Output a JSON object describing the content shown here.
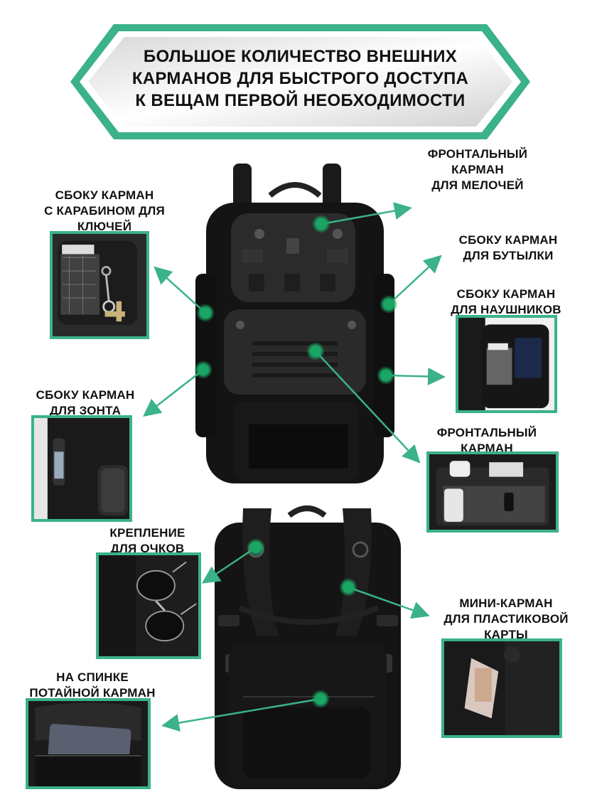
{
  "banner": {
    "lines": [
      "БОЛЬШОЕ КОЛИЧЕСТВО ВНЕШНИХ",
      "КАРМАНОВ ДЛЯ БЫСТРОГО ДОСТУПА",
      "К ВЕЩАМ ПЕРВОЙ НЕОБХОДИМОСТИ"
    ]
  },
  "labels": {
    "front_small": [
      "ФРОНТАЛЬНЫЙ",
      "КАРМАН",
      "ДЛЯ МЕЛОЧЕЙ"
    ],
    "side_keys": [
      "СБОКУ КАРМАН",
      "С КАРАБИНОМ ДЛЯ",
      "КЛЮЧЕЙ"
    ],
    "side_bottle": [
      "СБОКУ КАРМАН",
      "ДЛЯ БУТЫЛКИ"
    ],
    "side_headphones": [
      "СБОКУ КАРМАН",
      "ДЛЯ НАУШНИКОВ"
    ],
    "side_umbrella": [
      "СБОКУ КАРМАН",
      "ДЛЯ ЗОНТА"
    ],
    "front": [
      "ФРОНТАЛЬНЫЙ",
      "КАРМАН"
    ],
    "glasses": [
      "КРЕПЛЕНИЕ",
      "ДЛЯ ОЧКОВ"
    ],
    "card": [
      "МИНИ-КАРМАН",
      "ДЛЯ ПЛАСТИКОВОЙ",
      "КАРТЫ"
    ],
    "back_hidden": [
      "НА СПИНКЕ",
      "ПОТАЙНОЙ КАРМАН"
    ]
  },
  "colors": {
    "accent": "#3bb287",
    "marker": "#1aa664",
    "bag": "#141414"
  }
}
